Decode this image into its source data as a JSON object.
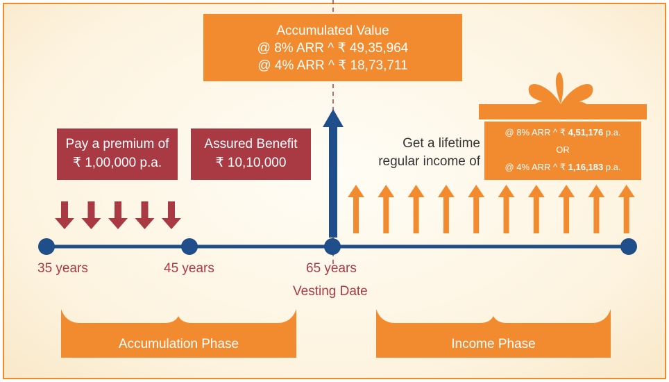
{
  "accumulated": {
    "title": "Accumulated Value",
    "line_8": "@ 8% ARR ^ ₹ 49,35,964",
    "line_4": "@ 4% ARR ^ ₹ 18,73,711"
  },
  "premium": {
    "line1": "Pay a premium of",
    "line2": "₹ 1,00,000 p.a."
  },
  "benefit": {
    "line1": "Assured Benefit",
    "line2": "₹ 10,10,000"
  },
  "income_label": {
    "line1": "Get a lifetime",
    "line2": "regular income of"
  },
  "income": {
    "rate8_prefix": "@ 8% ARR ^ ₹ ",
    "rate8_amount": "4,51,176",
    "rate8_suffix": " p.a.",
    "or": "OR",
    "rate4_prefix": "@ 4% ARR ^ ₹ ",
    "rate4_amount": "1,16,183",
    "rate4_suffix": " p.a."
  },
  "timeline": {
    "age_start": "35 years",
    "age_mid": "45 years",
    "age_vesting": "65 years",
    "vesting_label": "Vesting Date"
  },
  "phases": {
    "accumulation": "Accumulation Phase",
    "income": "Income Phase"
  },
  "colors": {
    "orange": "#f28a2f",
    "red": "#a93a44",
    "navy": "#1f4e8a",
    "border": "#f08a2a"
  },
  "counts": {
    "premium_arrows": 5,
    "income_arrows": 10
  }
}
